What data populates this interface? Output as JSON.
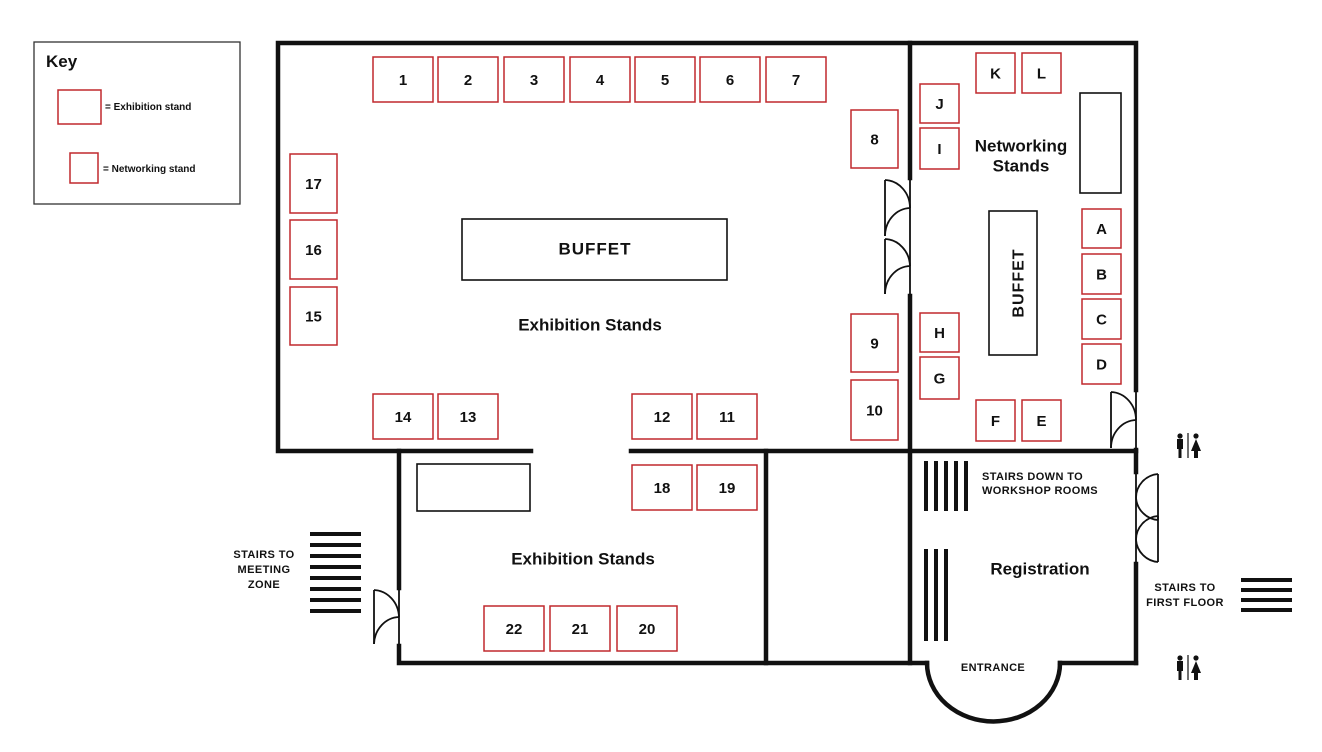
{
  "key": {
    "title": "Key",
    "exhibition_label": "= Exhibition stand",
    "networking_label": "= Networking stand"
  },
  "colors": {
    "stand_border": "#c0282d",
    "wall": "#111111"
  },
  "exhibition_stands": [
    "1",
    "2",
    "3",
    "4",
    "5",
    "6",
    "7",
    "8",
    "9",
    "10",
    "11",
    "12",
    "13",
    "14",
    "15",
    "16",
    "17",
    "18",
    "19",
    "20",
    "21",
    "22"
  ],
  "networking_stands": [
    "A",
    "B",
    "C",
    "D",
    "E",
    "F",
    "G",
    "H",
    "I",
    "J",
    "K",
    "L"
  ],
  "areas": {
    "buffet_main": "BUFFET",
    "buffet_networking": "BUFFET",
    "exhibition_main": "Exhibition Stands",
    "exhibition_lower": "Exhibition Stands",
    "networking_line1": "Networking",
    "networking_line2": "Stands",
    "registration": "Registration",
    "entrance": "ENTRANCE"
  },
  "stairs": {
    "workshop_line1": "STAIRS DOWN TO",
    "workshop_line2": "WORKSHOP ROOMS",
    "meeting_line1": "STAIRS TO",
    "meeting_line2": "MEETING",
    "meeting_line3": "ZONE",
    "first_floor_line1": "STAIRS TO",
    "first_floor_line2": "FIRST FLOOR"
  },
  "icons": [
    "restroom-icon",
    "door-icon",
    "stairs-icon"
  ]
}
